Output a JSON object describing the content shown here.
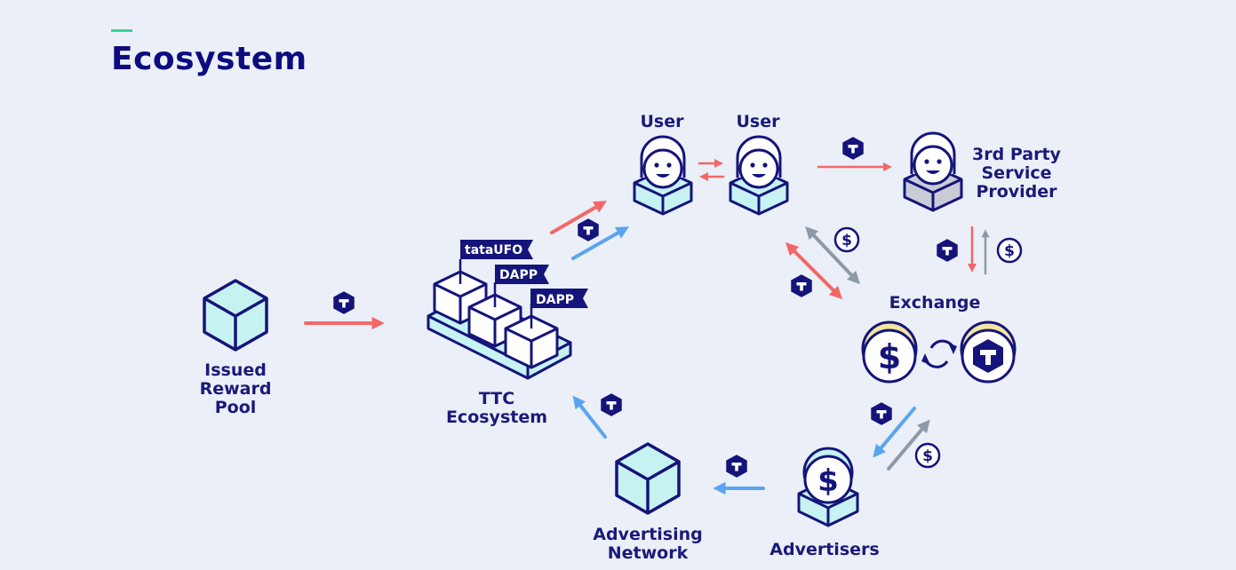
{
  "title": "Ecosystem",
  "colors": {
    "background": "#ebeff7",
    "title": "#0c0c80",
    "accent": "#2fd89a",
    "navy": "#14147a",
    "cube_fill": "#c7f2f2",
    "token_flow": "#f26868",
    "ad_flow": "#5aa4f0",
    "fiat_flow": "#8e99a8",
    "coin_rim": "#f2e6a0"
  },
  "nodes": {
    "reward_pool": {
      "label": [
        "Issued",
        "Reward",
        "Pool"
      ],
      "icon": "cube-icon"
    },
    "ttc_ecosystem": {
      "label": [
        "TTC",
        "Ecosystem"
      ],
      "icon": "platform-blocks-icon",
      "flags": [
        "tataUFO",
        "DAPP",
        "DAPP"
      ]
    },
    "user_a": {
      "label": "User",
      "icon": "user-avatar-icon"
    },
    "user_b": {
      "label": "User",
      "icon": "user-avatar-icon"
    },
    "service_provider": {
      "label": [
        "3rd Party",
        "Service",
        "Provider"
      ],
      "icon": "user-avatar-icon"
    },
    "exchange": {
      "label": "Exchange",
      "icon": "currency-swap-icon"
    },
    "advertisers": {
      "label": "Advertisers",
      "icon": "dollar-coin-stand-icon"
    },
    "ad_network": {
      "label": [
        "Advertising",
        "Network"
      ],
      "icon": "cube-icon"
    }
  },
  "token_badges": {
    "ttc": {
      "icon": "ttc-token-icon",
      "glyph": "T"
    },
    "fiat": {
      "icon": "dollar-coin-icon",
      "glyph": "$"
    }
  },
  "flows": [
    {
      "from": "reward_pool",
      "to": "ttc_ecosystem",
      "asset": "TTC",
      "color": "token_flow"
    },
    {
      "from": "ttc_ecosystem",
      "to": "user_a",
      "asset": "TTC",
      "color": "token_flow"
    },
    {
      "from": "ttc_ecosystem",
      "to": "user_a",
      "asset": "TTC",
      "color": "ad_flow"
    },
    {
      "from": "user_a",
      "to": "user_b",
      "asset": "TTC",
      "color": "token_flow",
      "bidirectional": true
    },
    {
      "from": "user_b",
      "to": "service_provider",
      "asset": "TTC",
      "color": "token_flow"
    },
    {
      "from": "service_provider",
      "to": "exchange",
      "asset": "TTC",
      "color": "token_flow"
    },
    {
      "from": "exchange",
      "to": "service_provider",
      "asset": "$",
      "color": "fiat_flow"
    },
    {
      "from": "user_b",
      "to": "exchange",
      "asset": "TTC",
      "color": "token_flow",
      "bidirectional": true
    },
    {
      "from": "user_b",
      "to": "exchange",
      "asset": "$",
      "color": "fiat_flow",
      "bidirectional": true
    },
    {
      "from": "exchange",
      "to": "advertisers",
      "asset": "TTC",
      "color": "ad_flow"
    },
    {
      "from": "advertisers",
      "to": "exchange",
      "asset": "$",
      "color": "fiat_flow"
    },
    {
      "from": "advertisers",
      "to": "ad_network",
      "asset": "TTC",
      "color": "ad_flow"
    },
    {
      "from": "ad_network",
      "to": "ttc_ecosystem",
      "asset": "TTC",
      "color": "ad_flow"
    }
  ]
}
